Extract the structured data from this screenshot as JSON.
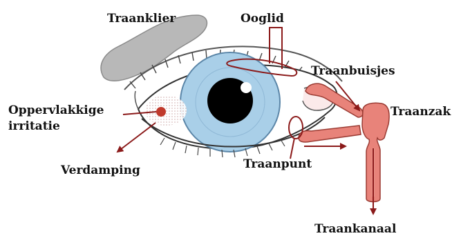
{
  "labels": {
    "traanklier": "Traanklier",
    "ooglid": "Ooglid",
    "traanbuisjes": "Traanbuisjes",
    "traanzak": "Traanzak",
    "oppervlakkige_line1": "Oppervlakkige",
    "oppervlakkige_line2": "irritatie",
    "verdamping": "Verdamping",
    "traanpunt": "Traanpunt",
    "traankanaal": "Traankanaal"
  },
  "colors": {
    "arrow": "#8b1a1a",
    "duct": "#e8837a",
    "gland": "#b8b8b8",
    "iris": "#a9cfe8",
    "pupil": "#000000",
    "irritation": "#c0392b",
    "outline": "#333333"
  },
  "icons": {
    "pupil_highlight": "light-reflection"
  }
}
